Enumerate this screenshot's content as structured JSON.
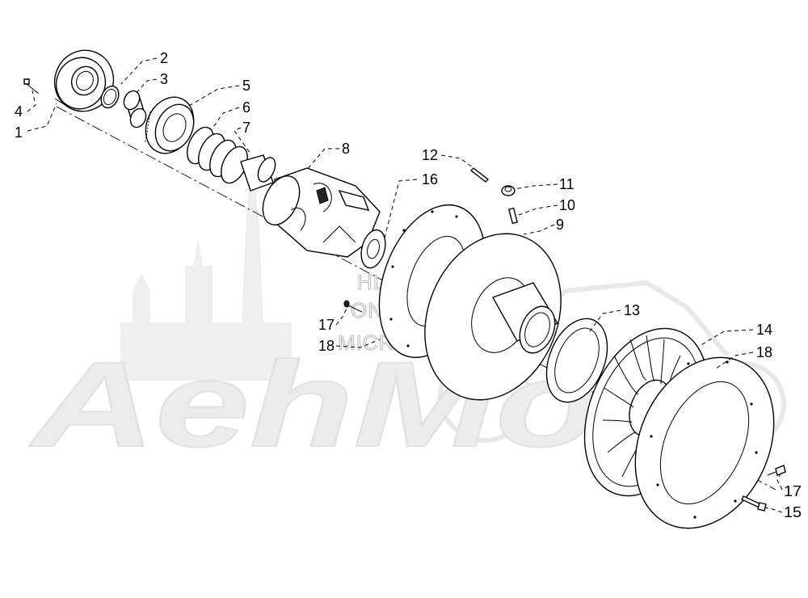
{
  "watermark": {
    "logo_text": "AehMoto",
    "overlay_lines": [
      "HLSM'S",
      "ONLINE",
      "MICROFICHE"
    ]
  },
  "callouts": [
    {
      "id": "c1",
      "text": "1"
    },
    {
      "id": "c2",
      "text": "2"
    },
    {
      "id": "c3",
      "text": "3"
    },
    {
      "id": "c4",
      "text": "4"
    },
    {
      "id": "c5",
      "text": "5"
    },
    {
      "id": "c6",
      "text": "6"
    },
    {
      "id": "c7",
      "text": "7"
    },
    {
      "id": "c8",
      "text": "8"
    },
    {
      "id": "c9",
      "text": "9"
    },
    {
      "id": "c10",
      "text": "10"
    },
    {
      "id": "c11",
      "text": "11"
    },
    {
      "id": "c12",
      "text": "12"
    },
    {
      "id": "c13",
      "text": "13"
    },
    {
      "id": "c14",
      "text": "14"
    },
    {
      "id": "c15",
      "text": "15"
    },
    {
      "id": "c16",
      "text": "16"
    },
    {
      "id": "c17a",
      "text": "17"
    },
    {
      "id": "c17b",
      "text": "17"
    },
    {
      "id": "c18a",
      "text": "18"
    },
    {
      "id": "c18b",
      "text": "18"
    }
  ]
}
